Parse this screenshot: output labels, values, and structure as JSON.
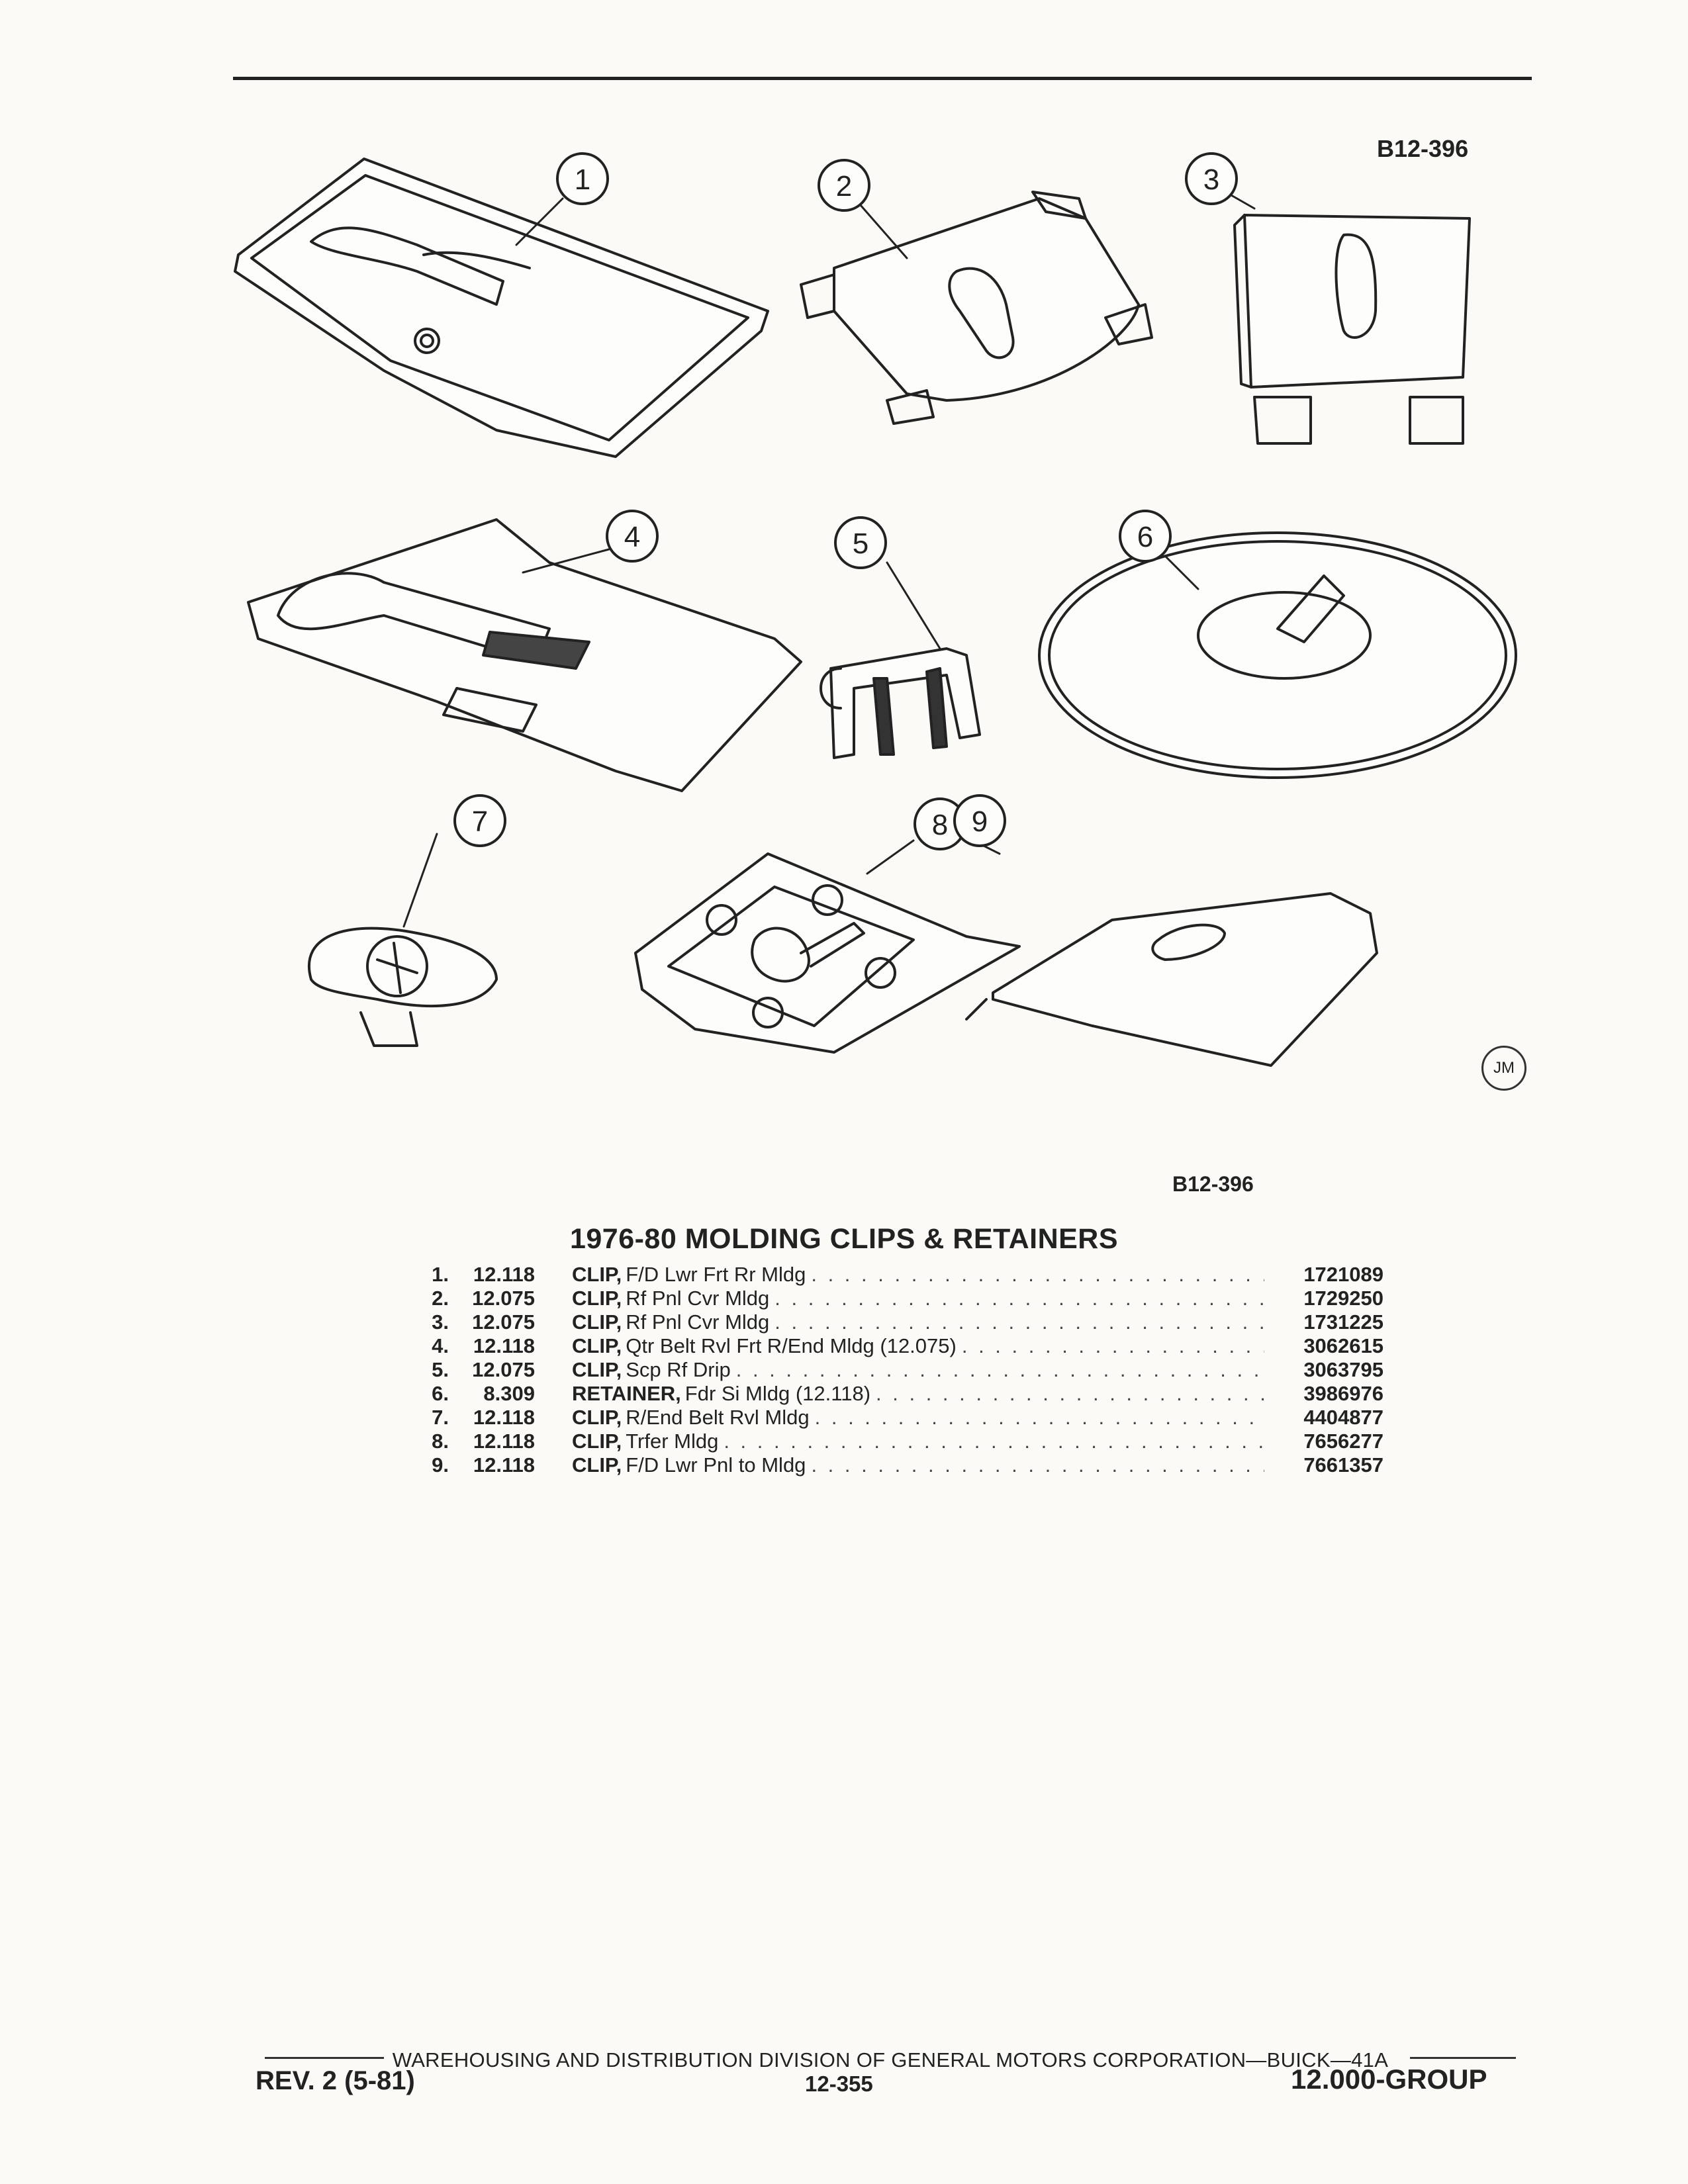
{
  "figure": {
    "code": "B12-396",
    "artist_mark": "JM"
  },
  "callouts": [
    "1",
    "2",
    "3",
    "4",
    "5",
    "6",
    "7",
    "8",
    "9"
  ],
  "title": "1976-80 MOLDING CLIPS & RETAINERS",
  "parts": [
    {
      "num": "1.",
      "group": "12.118",
      "name": "CLIP,",
      "desc": "F/D Lwr Frt Rr Mldg",
      "part": "1721089"
    },
    {
      "num": "2.",
      "group": "12.075",
      "name": "CLIP,",
      "desc": "Rf Pnl Cvr Mldg",
      "part": "1729250"
    },
    {
      "num": "3.",
      "group": "12.075",
      "name": "CLIP,",
      "desc": "Rf Pnl Cvr Mldg",
      "part": "1731225"
    },
    {
      "num": "4.",
      "group": "12.118",
      "name": "CLIP,",
      "desc": "Qtr Belt Rvl Frt R/End Mldg (12.075)",
      "part": "3062615"
    },
    {
      "num": "5.",
      "group": "12.075",
      "name": "CLIP,",
      "desc": "Scp Rf Drip",
      "part": "3063795"
    },
    {
      "num": "6.",
      "group": "8.309",
      "name": "RETAINER,",
      "desc": "Fdr Si Mldg (12.118)",
      "part": "3986976"
    },
    {
      "num": "7.",
      "group": "12.118",
      "name": "CLIP,",
      "desc": "R/End Belt Rvl Mldg",
      "part": "4404877"
    },
    {
      "num": "8.",
      "group": "12.118",
      "name": "CLIP,",
      "desc": "Trfer Mldg",
      "part": "7656277"
    },
    {
      "num": "9.",
      "group": "12.118",
      "name": "CLIP,",
      "desc": "F/D Lwr Pnl to Mldg",
      "part": "7661357"
    }
  ],
  "footer": {
    "division": "WAREHOUSING AND DISTRIBUTION  DIVISION OF GENERAL MOTORS CORPORATION—BUICK—41A",
    "revision": "REV. 2 (5-81)",
    "page": "12-355",
    "group": "12.000-GROUP"
  }
}
